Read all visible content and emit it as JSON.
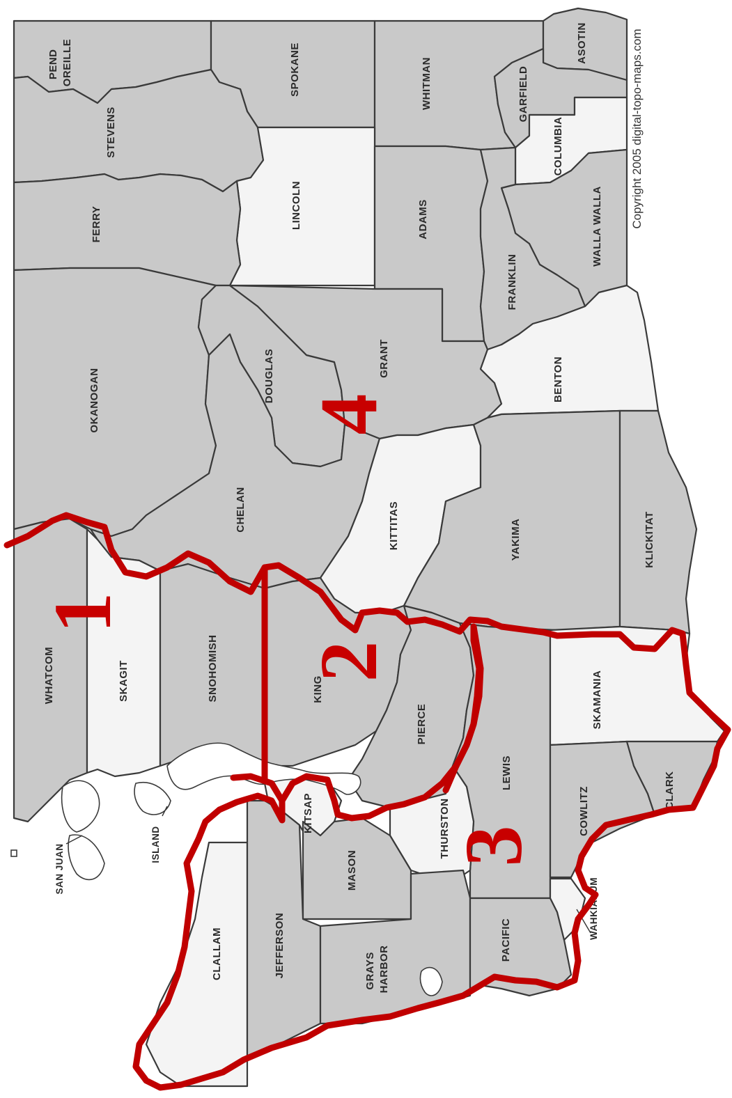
{
  "copyright": "Copyright 2005 digital-topo-maps.com",
  "counties": {
    "pend_oreille": [
      "PEND",
      "OREILLE"
    ],
    "spokane": "SPOKANE",
    "whitman": "WHITMAN",
    "asotin": "ASOTIN",
    "garfield": "GARFIELD",
    "columbia": "COLUMBIA",
    "stevens": "STEVENS",
    "lincoln": "LINCOLN",
    "adams": "ADAMS",
    "walla_walla": "WALLA WALLA",
    "ferry": "FERRY",
    "franklin": "FRANKLIN",
    "okanogan": "OKANOGAN",
    "douglas": "DOUGLAS",
    "grant": "GRANT",
    "benton": "BENTON",
    "chelan": "CHELAN",
    "kittitas": "KITTITAS",
    "yakima": "YAKIMA",
    "klickitat": "KLICKITAT",
    "whatcom": "WHATCOM",
    "skagit": "SKAGIT",
    "snohomish": "SNOHOMISH",
    "king": "KING",
    "pierce": "PIERCE",
    "lewis": "LEWIS",
    "skamania": "SKAMANIA",
    "clark": "CLARK",
    "cowlitz": "COWLITZ",
    "thurston": "THURSTON",
    "kitsap": "KITSAP",
    "mason": "MASON",
    "island": "ISLAND",
    "san_juan": "SAN JUAN",
    "clallam": "CLALLAM",
    "jefferson": "JEFFERSON",
    "grays_harbor": [
      "GRAYS",
      "HARBOR"
    ],
    "pacific": "PACIFIC",
    "wahkiakum": "WAHKIAKUM"
  },
  "regions": [
    "1",
    "2",
    "3",
    "4"
  ],
  "colors": {
    "county_dark": "#c9c9c9",
    "county_light": "#f4f4f4",
    "region_boundary": "#c00000"
  }
}
